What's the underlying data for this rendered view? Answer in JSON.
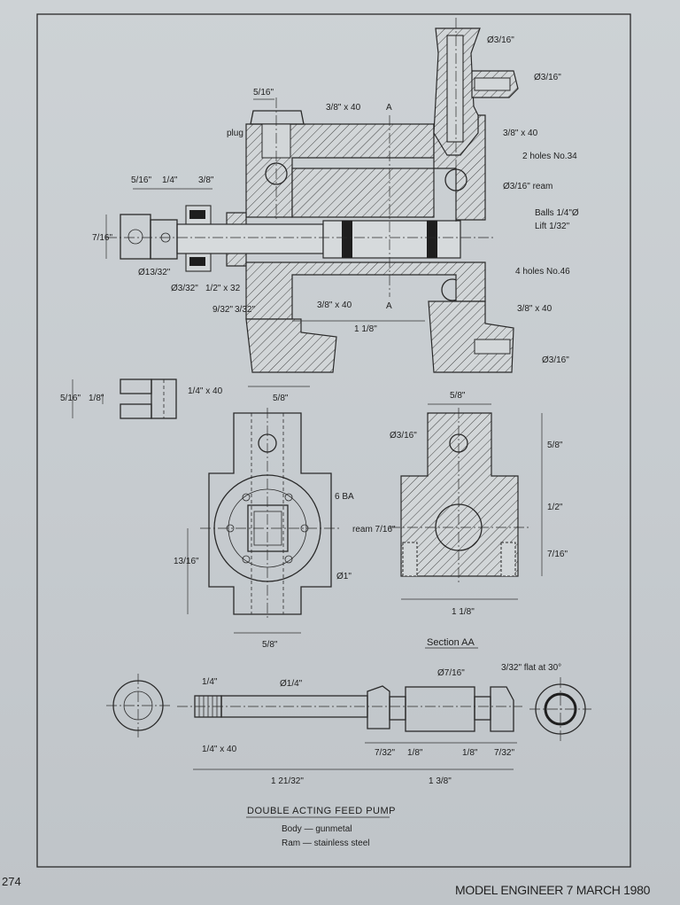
{
  "title": "DOUBLE ACTING FEED PUMP",
  "materials": [
    "Body — gunmetal",
    "Ram — stainless steel"
  ],
  "section_label": "Section AA",
  "footer": {
    "page_number": "274",
    "magazine": "MODEL ENGINEER 7 MARCH 1980"
  },
  "labels": {
    "plug": "plug",
    "bore_top": "Ø3/16\"",
    "outlet": "Ø3/16\"",
    "thread_top_left": "3/8\" x 40",
    "thread_top_right": "3/8\" x 40",
    "holes_34": "2 holes No.34",
    "ream": "Ø3/16\" ream",
    "balls": "Balls 1/4\"Ø",
    "lift": "Lift 1/32\"",
    "holes_46": "4 holes No.46",
    "thread_bot_left": "3/8\" x 40",
    "thread_bot_right": "3/8\" x 40",
    "bot_outlet": "Ø3/16\"",
    "dim_5_16_top": "5/16\"",
    "dim_5_16_left": "5/16\"",
    "dim_1_4": "1/4\"",
    "dim_3_8": "3/8\"",
    "dim_7_16": "7/16\"",
    "dim_13_32": "Ø13/32\"",
    "dim_3_32": "Ø3/32\"",
    "dim_half_32": "1/2\" x 32",
    "dim_9_32": "9/32\"",
    "dim_3_32b": "3/32\"",
    "dim_1_1_8": "1 1/8\"",
    "dim_5_8_body": "5/8\"",
    "sec_A_top": "A",
    "sec_A_bot": "A",
    "nut_w": "5/16\"",
    "nut_h": "1/8\"",
    "nut_thread": "1/4\" x 40",
    "ba": "6 BA",
    "dia_1": "Ø1\"",
    "h_13_16": "13/16\"",
    "w_5_8_front": "5/8\"",
    "sec_w": "5/8\"",
    "sec_bore": "Ø3/16\"",
    "sec_ream": "ream 7/16\"",
    "sec_h1": "5/8\"",
    "sec_h2": "1/2\"",
    "sec_h3": "7/16\"",
    "sec_w_bot": "1 1/8\"",
    "ram_1_4": "1/4\"",
    "ram_dia_1_4": "Ø1/4\"",
    "ram_dia_7_16": "Ø7/16\"",
    "ram_flat": "3/32\" flat at 30°",
    "ram_thread": "1/4\" x 40",
    "ram_7_32a": "7/32\"",
    "ram_1_8a": "1/8\"",
    "ram_1_8b": "1/8\"",
    "ram_7_32b": "7/32\"",
    "ram_len1": "1 21/32\"",
    "ram_len2": "1 3/8\""
  }
}
